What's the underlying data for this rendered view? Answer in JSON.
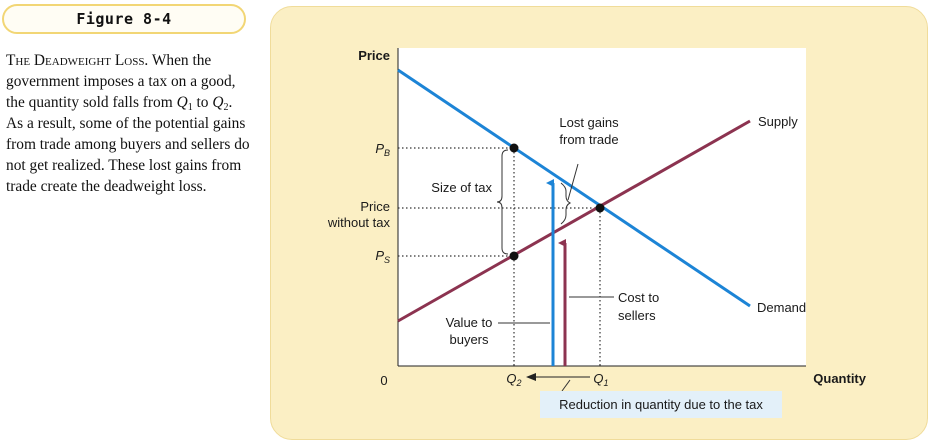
{
  "figure": {
    "title": "Figure 8-4"
  },
  "caption": {
    "heading": "The Deadweight Loss.",
    "t1": " When the government imposes a tax on a good, the quantity sold falls from ",
    "q1_letter": "Q",
    "q1_sub": "1",
    "t2": " to ",
    "q2_letter": "Q",
    "q2_sub": "2",
    "t3": ". As a result, some of the potential gains from trade among buyers and sellers do not get realized. These lost gains from trade create the deadweight loss."
  },
  "diagram": {
    "axes": {
      "y_label": "Price",
      "x_label": "Quantity",
      "origin": "0"
    },
    "y_ticks": {
      "pb_letter": "P",
      "pb_sub": "B",
      "price_without_tax_1": "Price",
      "price_without_tax_2": "without tax",
      "ps_letter": "P",
      "ps_sub": "S"
    },
    "x_ticks": {
      "q2_letter": "Q",
      "q2_sub": "2",
      "q1_letter": "Q",
      "q1_sub": "1"
    },
    "curves": {
      "supply": "Supply",
      "demand": "Demand"
    },
    "annotations": {
      "lost_gains_1": "Lost gains",
      "lost_gains_2": "from trade",
      "size_of_tax": "Size of tax",
      "cost_to_sellers_1": "Cost to",
      "cost_to_sellers_2": "sellers",
      "value_to_buyers_1": "Value to",
      "value_to_buyers_2": "buyers",
      "reduction": "Reduction in quantity due to the tax"
    },
    "colors": {
      "demand": "#1c84d6",
      "supply": "#8c3350",
      "panel": "#fbefc4",
      "callout": "#e3f0f9"
    }
  }
}
